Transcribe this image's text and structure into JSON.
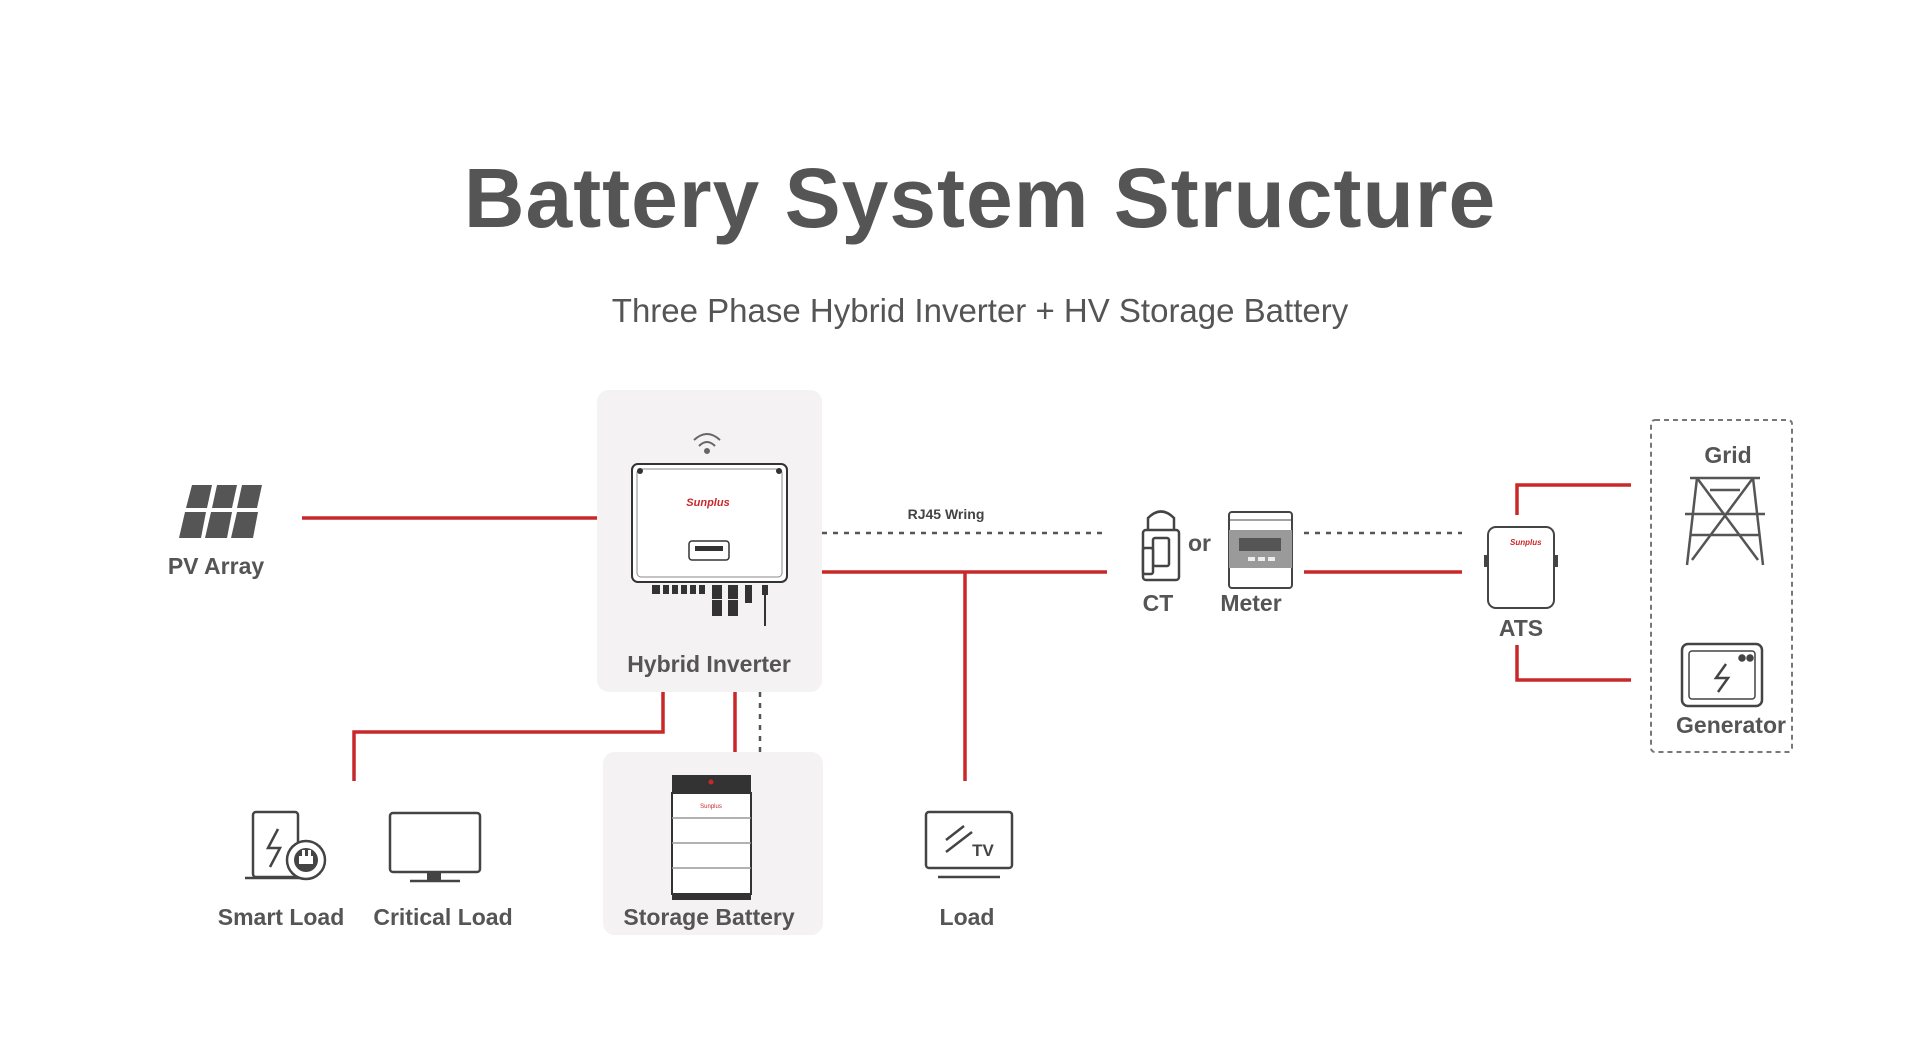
{
  "title": "Battery System Structure",
  "subtitle": "Three Phase Hybrid Inverter + HV Storage Battery",
  "colors": {
    "power_line": "#c8282a",
    "comm_line": "#555555",
    "panel_bg": "#f4f2f2",
    "text": "#555555"
  },
  "nodes": {
    "pv_array": "PV Array",
    "hybrid_inverter": "Hybrid Inverter",
    "storage_battery": "Storage Battery",
    "smart_load": "Smart Load",
    "critical_load": "Critical Load",
    "load": "Load",
    "ct": "CT",
    "or_text": "or",
    "meter": "Meter",
    "ats": "ATS",
    "grid": "Grid",
    "generator": "Generator"
  },
  "links": {
    "rj45": "RJ45 Wring"
  },
  "icon_text": {
    "tv": "TV"
  }
}
